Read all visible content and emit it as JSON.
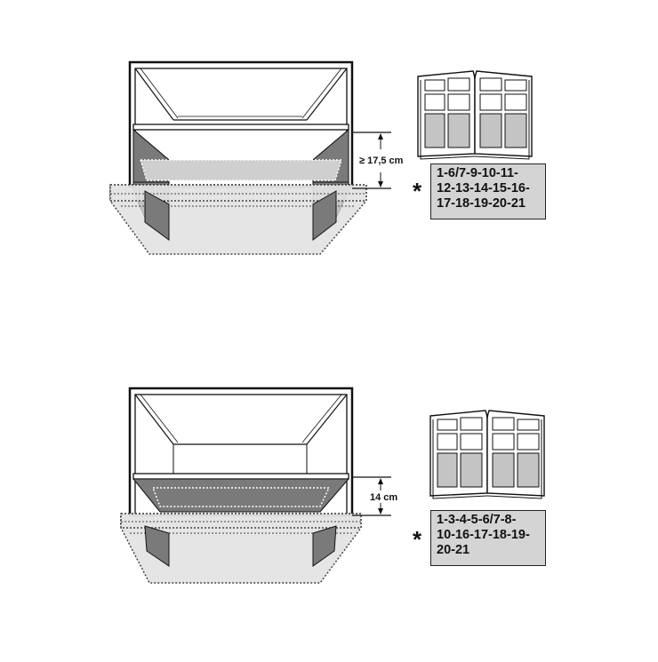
{
  "figures": [
    {
      "id": "top",
      "dimension_text": "≥ 17,5 cm",
      "footnote_marker": "*",
      "codes": [
        "1-6/7-9-10-11-",
        "12-13-14-15-16-",
        "17-18-19-20-21"
      ]
    },
    {
      "id": "bottom",
      "dimension_text": "14 cm",
      "footnote_marker": "*",
      "codes": [
        "1-3-4-5-6/7-8-",
        "10-16-17-18-19-",
        "20-21"
      ]
    }
  ],
  "colors": {
    "line": "#111111",
    "drawer_gray": "#7a7a7a",
    "dotted_fill": "#d8d8d8",
    "box_fill": "#d4d4d4"
  }
}
